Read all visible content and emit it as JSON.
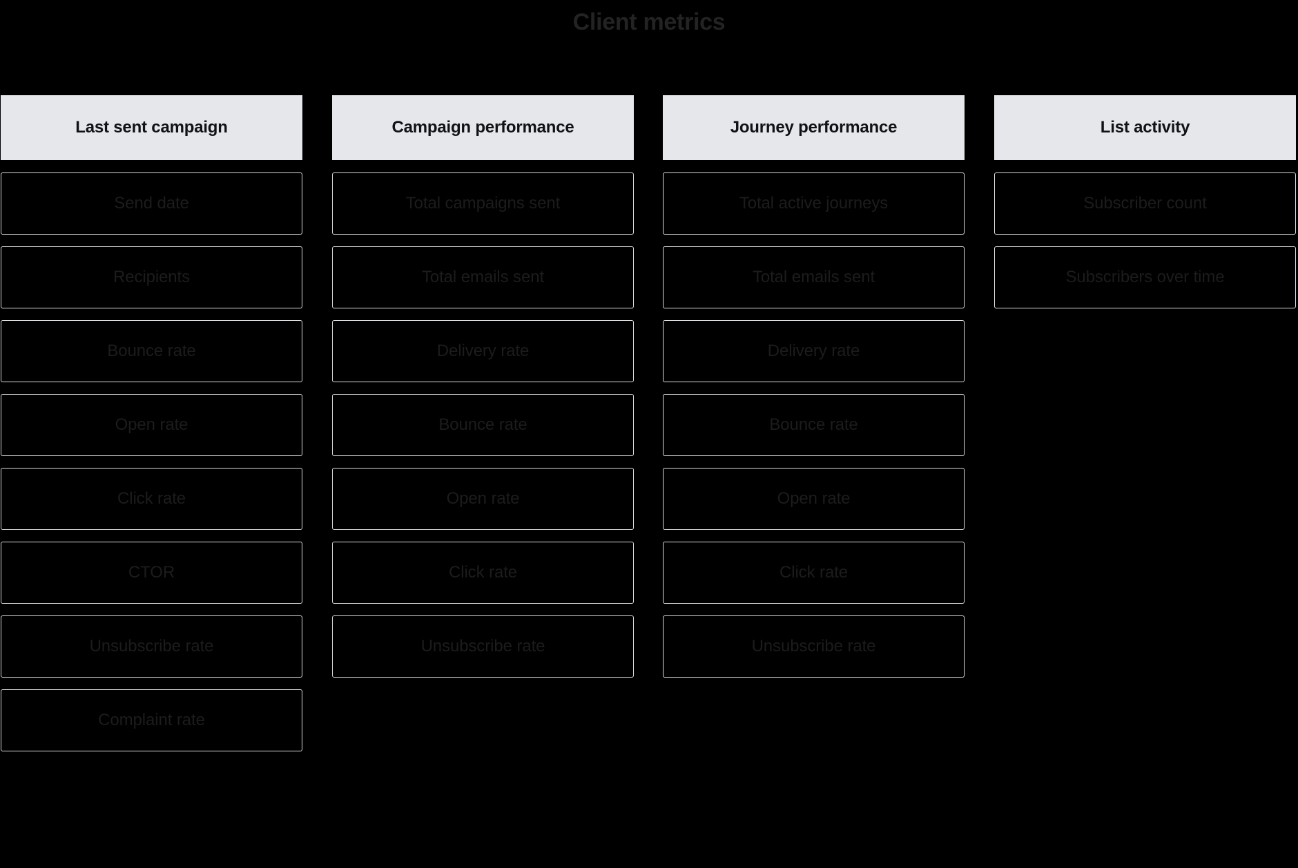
{
  "page": {
    "title": "Client metrics",
    "background_color": "#000000",
    "title_color": "#232323",
    "header_bg_color": "#e5e7eb",
    "header_text_color": "#111214",
    "cell_border_color": "#dcdfe3",
    "cell_text_color": "#1c1c1c"
  },
  "columns": [
    {
      "header": "Last sent campaign",
      "items": [
        {
          "label": "Send date"
        },
        {
          "label": "Recipients"
        },
        {
          "label": "Bounce rate"
        },
        {
          "label": "Open rate"
        },
        {
          "label": "Click rate"
        },
        {
          "label": "CTOR"
        },
        {
          "label": "Unsubscribe rate"
        },
        {
          "label": "Complaint rate"
        }
      ]
    },
    {
      "header": "Campaign performance",
      "items": [
        {
          "label": "Total campaigns sent"
        },
        {
          "label": "Total emails sent"
        },
        {
          "label": "Delivery rate"
        },
        {
          "label": "Bounce rate"
        },
        {
          "label": "Open rate"
        },
        {
          "label": "Click rate"
        },
        {
          "label": "Unsubscribe rate"
        }
      ]
    },
    {
      "header": "Journey performance",
      "items": [
        {
          "label": "Total active journeys"
        },
        {
          "label": "Total emails sent"
        },
        {
          "label": "Delivery rate"
        },
        {
          "label": "Bounce rate"
        },
        {
          "label": "Open rate"
        },
        {
          "label": "Click rate"
        },
        {
          "label": "Unsubscribe rate"
        }
      ]
    },
    {
      "header": "List activity",
      "items": [
        {
          "label": "Subscriber count"
        },
        {
          "label": "Subscribers over time"
        }
      ]
    }
  ]
}
